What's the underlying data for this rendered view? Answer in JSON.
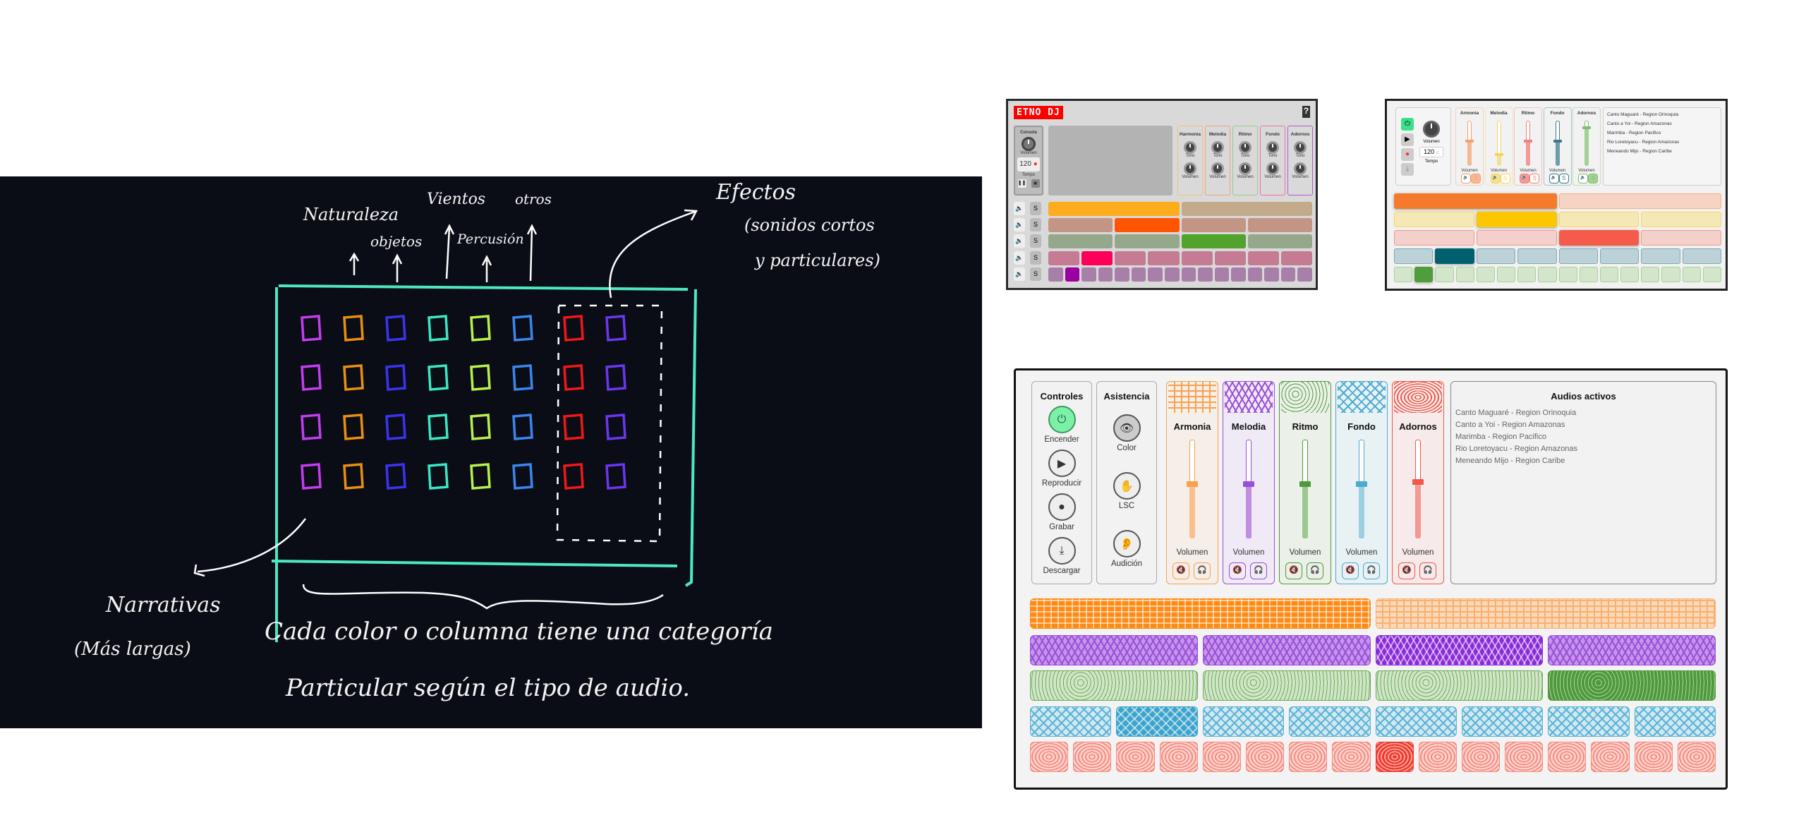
{
  "sketch": {
    "labels": {
      "naturaleza": "Naturaleza",
      "objetos": "objetos",
      "vientos": "Vientos",
      "otros": "otros",
      "percusion": "Percusión",
      "efectos": "Efectos",
      "efectos_sub1": "(sonidos cortos",
      "efectos_sub2": "y particulares)",
      "narrativas": "Narrativas",
      "narrativas_sub": "(Más largas)",
      "note1": "Cada color o columna tiene una categoría",
      "note2": "Particular según el tipo de audio."
    },
    "column_colors": [
      "#c43cf0",
      "#e8900f",
      "#3a34f2",
      "#3ae8c4",
      "#b8f04c",
      "#3a86f0",
      "#f01818",
      "#6a36f0"
    ],
    "rows": 4,
    "frame_color": "#4de8c0"
  },
  "mockup1": {
    "logo": "ETNO DJ",
    "help": "?",
    "console": {
      "title": "Consola",
      "volume_label": "Volumen",
      "tempo": "120",
      "tempo_label": "Tempo"
    },
    "channels": [
      {
        "name": "Harmonia",
        "tone": "Tono",
        "volume": "Volumen",
        "color": "#f3c27a"
      },
      {
        "name": "Melodia",
        "tone": "Tono",
        "volume": "Volumen",
        "color": "#f0a080"
      },
      {
        "name": "Ritmo",
        "tone": "Tono",
        "volume": "Volumen",
        "color": "#9dc98a"
      },
      {
        "name": "Fondo",
        "tone": "Tono",
        "volume": "Volumen",
        "color": "#ee6fa8"
      },
      {
        "name": "Adornos",
        "tone": "Tono",
        "volume": "Volumen",
        "color": "#b35ad0"
      }
    ],
    "solo_label": "S",
    "rows": [
      {
        "segments": 2,
        "active": 0,
        "color": "#c3aa8a",
        "active_color": "#fcac1c"
      },
      {
        "segments": 4,
        "active": 1,
        "color": "#c39584",
        "active_color": "#ff5500"
      },
      {
        "segments": 4,
        "active": 2,
        "color": "#96a88c",
        "active_color": "#52a22e"
      },
      {
        "segments": 8,
        "active": 1,
        "color": "#c47b93",
        "active_color": "#ff0058"
      },
      {
        "segments": 16,
        "active": 1,
        "color": "#a87fa8",
        "active_color": "#9b00a0"
      }
    ]
  },
  "mockup2": {
    "volume_label": "Volumen",
    "tempo": "120",
    "tempo_label": "Tempo",
    "channels": [
      {
        "name": "Armonia",
        "volume": "Volumen",
        "level": 0.55,
        "color": "#f5a070",
        "fill": "#f7b894",
        "soloActive": true
      },
      {
        "name": "Melodia",
        "volume": "Volumen",
        "level": 0.25,
        "color": "#f7d35a",
        "fill": "#f7e08a",
        "muteActive": true
      },
      {
        "name": "Ritmo",
        "volume": "Volumen",
        "level": 0.55,
        "color": "#f0807a",
        "fill": "#f39a94",
        "muteActive": true
      },
      {
        "name": "Fondo",
        "volume": "Volumen",
        "level": 0.55,
        "color": "#3a7a88",
        "fill": "#6c9ea8"
      },
      {
        "name": "Adornos",
        "volume": "Volumen",
        "level": 0.85,
        "color": "#7fbf70",
        "fill": "#a3d095",
        "soloActive": true
      }
    ],
    "solo_label": "S",
    "audios": [
      "Canto Maguaré - Region Orinoquia",
      "Canto a Yoi - Region Amazonas",
      "Marimba - Region Pacifico",
      "Rio Loretoyacu - Region Amazonas",
      "Meneando Mijo - Region Caribe"
    ],
    "rows": [
      {
        "segments": 2,
        "active": 0,
        "color": "#f6d3c2",
        "border": "#f5b08a",
        "active_color": "#f57a2c"
      },
      {
        "segments": 4,
        "active": 1,
        "color": "#f6e7b7",
        "border": "#f7d56a",
        "active_color": "#fcc600"
      },
      {
        "segments": 4,
        "active": 2,
        "color": "#f3d0cb",
        "border": "#f09a90",
        "active_color": "#f55b4a"
      },
      {
        "segments": 8,
        "active": 1,
        "color": "#bcd2d8",
        "border": "#7fa8b2",
        "active_color": "#00606e"
      },
      {
        "segments": 16,
        "active": 1,
        "color": "#d3e6cc",
        "border": "#a8d098",
        "active_color": "#4f9e3c"
      }
    ]
  },
  "mockup3": {
    "controls": {
      "title": "Controles",
      "items": [
        "Encender",
        "Reproducir",
        "Grabar",
        "Descargar"
      ]
    },
    "assist": {
      "title": "Asistencia",
      "items": [
        "Color",
        "LSC",
        "Audición"
      ]
    },
    "channels": [
      {
        "name": "Armonia",
        "volume": "Volumen",
        "level": 0.55,
        "color": "#f8a24e",
        "bg": "#f6eee8",
        "fill": "#f9c08c"
      },
      {
        "name": "Melodia",
        "volume": "Volumen",
        "level": 0.55,
        "color": "#9a4fd8",
        "bg": "#efeaf5",
        "fill": "#c08ee0"
      },
      {
        "name": "Ritmo",
        "volume": "Volumen",
        "level": 0.55,
        "color": "#4e9a3a",
        "bg": "#ebf0e8",
        "fill": "#9cc890"
      },
      {
        "name": "Fondo",
        "volume": "Volumen",
        "level": 0.55,
        "color": "#4aaad2",
        "bg": "#e8f1f4",
        "fill": "#9ccfe2"
      },
      {
        "name": "Adornos",
        "volume": "Volumen",
        "level": 0.57,
        "color": "#f2574a",
        "bg": "#f6eaea",
        "fill": "#f59a92"
      }
    ],
    "audios_title": "Audios activos",
    "audios": [
      "Canto Maguaré - Region Orinoquia",
      "Canto a Yoi - Region Amazonas",
      "Marimba - Region Pacifico",
      "Rio Loretoyacu - Region Amazonas",
      "Meneando Mijo - Region Caribe"
    ],
    "rows": [
      {
        "segments": 2,
        "active": 0,
        "color": "#fcd9b8",
        "line": "#f9b070",
        "active_color": "#ff8a14"
      },
      {
        "segments": 4,
        "active": 2,
        "color": "#c596ec",
        "line": "#9a4fd8",
        "active_color": "#8a2ad8"
      },
      {
        "segments": 4,
        "active": 3,
        "color": "#d1e6c8",
        "line": "#6aab58",
        "active_color": "#4e9a3a"
      },
      {
        "segments": 8,
        "active": 1,
        "color": "#d0e8f1",
        "line": "#5ab2d6",
        "active_color": "#3ba3cc"
      },
      {
        "segments": 16,
        "active": 8,
        "color": "#fbd1ca",
        "line": "#f58a80",
        "active_color": "#f03a2c"
      }
    ]
  }
}
